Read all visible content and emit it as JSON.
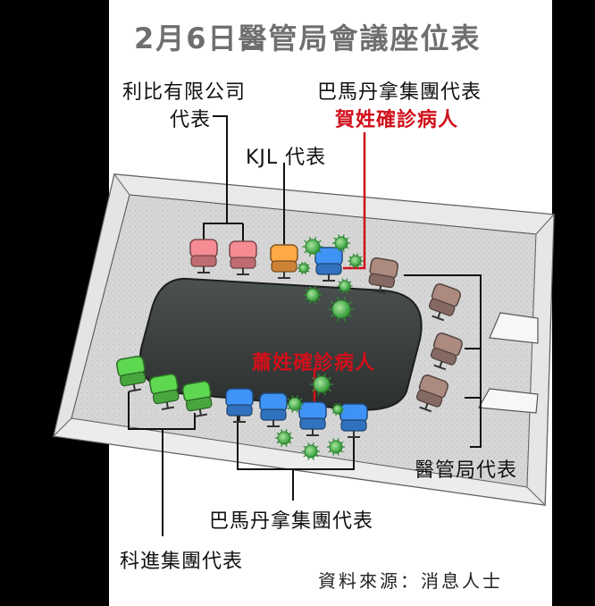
{
  "title": "2月6日醫管局會議座位表",
  "labels": {
    "lippo_line1": "利比有限公司",
    "lippo_line2": "代表",
    "kjl": "KJL 代表",
    "pmm_top": "巴馬丹拿集團代表",
    "case_ho": "賀姓確診病人",
    "case_siu": "蕭姓確診病人",
    "ha": "醫管局代表",
    "pmm_bottom": "巴馬丹拿集團代表",
    "chevalier": "科進集團代表"
  },
  "source": "資料來源：消息人士",
  "colors": {
    "pink": "#e07f86",
    "orange": "#f09a40",
    "blue": "#3a86e0",
    "brown": "#9c7d74",
    "green": "#55c34a",
    "red": "#d0101a",
    "table": "#3a3f3e"
  }
}
